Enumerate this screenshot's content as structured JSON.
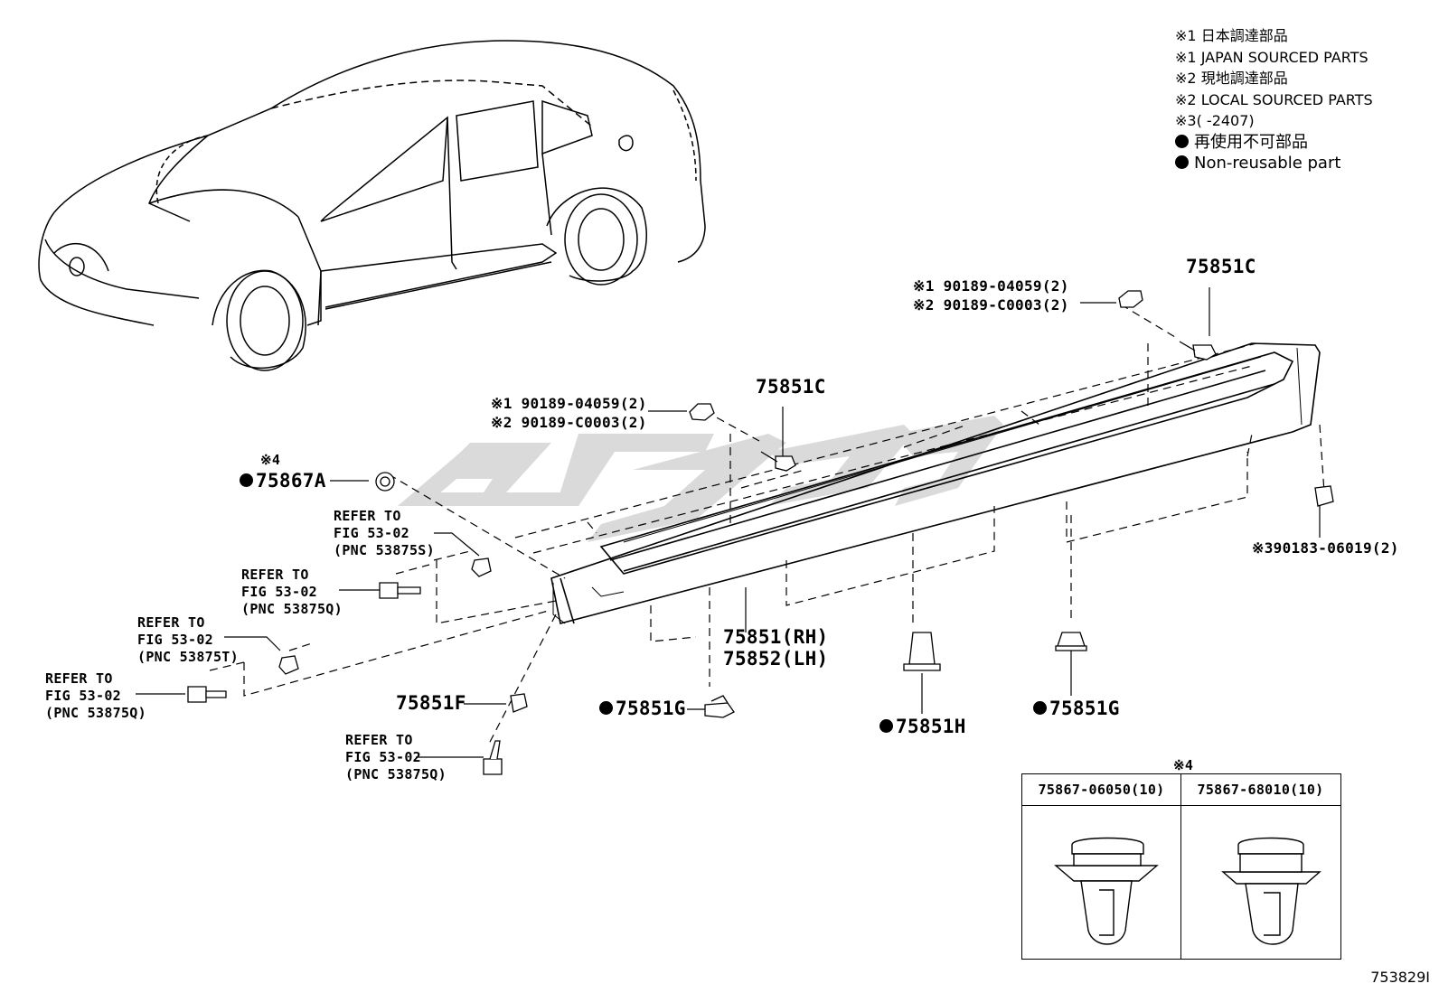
{
  "legend": {
    "lines": [
      {
        "mark": "※1",
        "text": "日本調達部品"
      },
      {
        "mark": "※1",
        "text": "JAPAN SOURCED PARTS"
      },
      {
        "mark": "※2",
        "text": "現地調達部品"
      },
      {
        "mark": "※2",
        "text": "LOCAL SOURCED PARTS"
      },
      {
        "mark": "※3",
        "text": "(      -2407)"
      }
    ],
    "dot_lines": [
      "再使用不可部品",
      "Non-reusable part"
    ]
  },
  "parts": {
    "clip_upper_1": "※1  90189-04059(2)",
    "clip_upper_2": "※2  90189-C0003(2)",
    "screw_upper": "75851C",
    "clip_mid_1": "※1  90189-04059(2)",
    "clip_mid_2": "※2  90189-C0003(2)",
    "screw_mid": "75851C",
    "star4_mark": "※4",
    "clip_75867a": "75867A",
    "refer_1": [
      "REFER TO",
      "FIG 53-02",
      "(PNC 53875S)"
    ],
    "refer_2": [
      "REFER TO",
      "FIG 53-02",
      "(PNC 53875Q)"
    ],
    "refer_3": [
      "REFER TO",
      "FIG 53-02",
      "(PNC 53875T)"
    ],
    "refer_4": [
      "REFER TO",
      "FIG 53-02",
      "(PNC 53875Q)"
    ],
    "refer_5": [
      "REFER TO",
      "FIG 53-02",
      "(PNC 53875Q)"
    ],
    "part_75851f": "75851F",
    "part_75851g_left": "75851G",
    "part_rh": "75851(RH)",
    "part_lh": "75852(LH)",
    "part_75851h": "75851H",
    "part_75851g_right": "75851G",
    "part_nut": "※390183-06019(2)"
  },
  "clip_table": {
    "title": "※4",
    "col1": "75867-06050(10)",
    "col2": "75867-68010(10)"
  },
  "figure_code": "753829I"
}
